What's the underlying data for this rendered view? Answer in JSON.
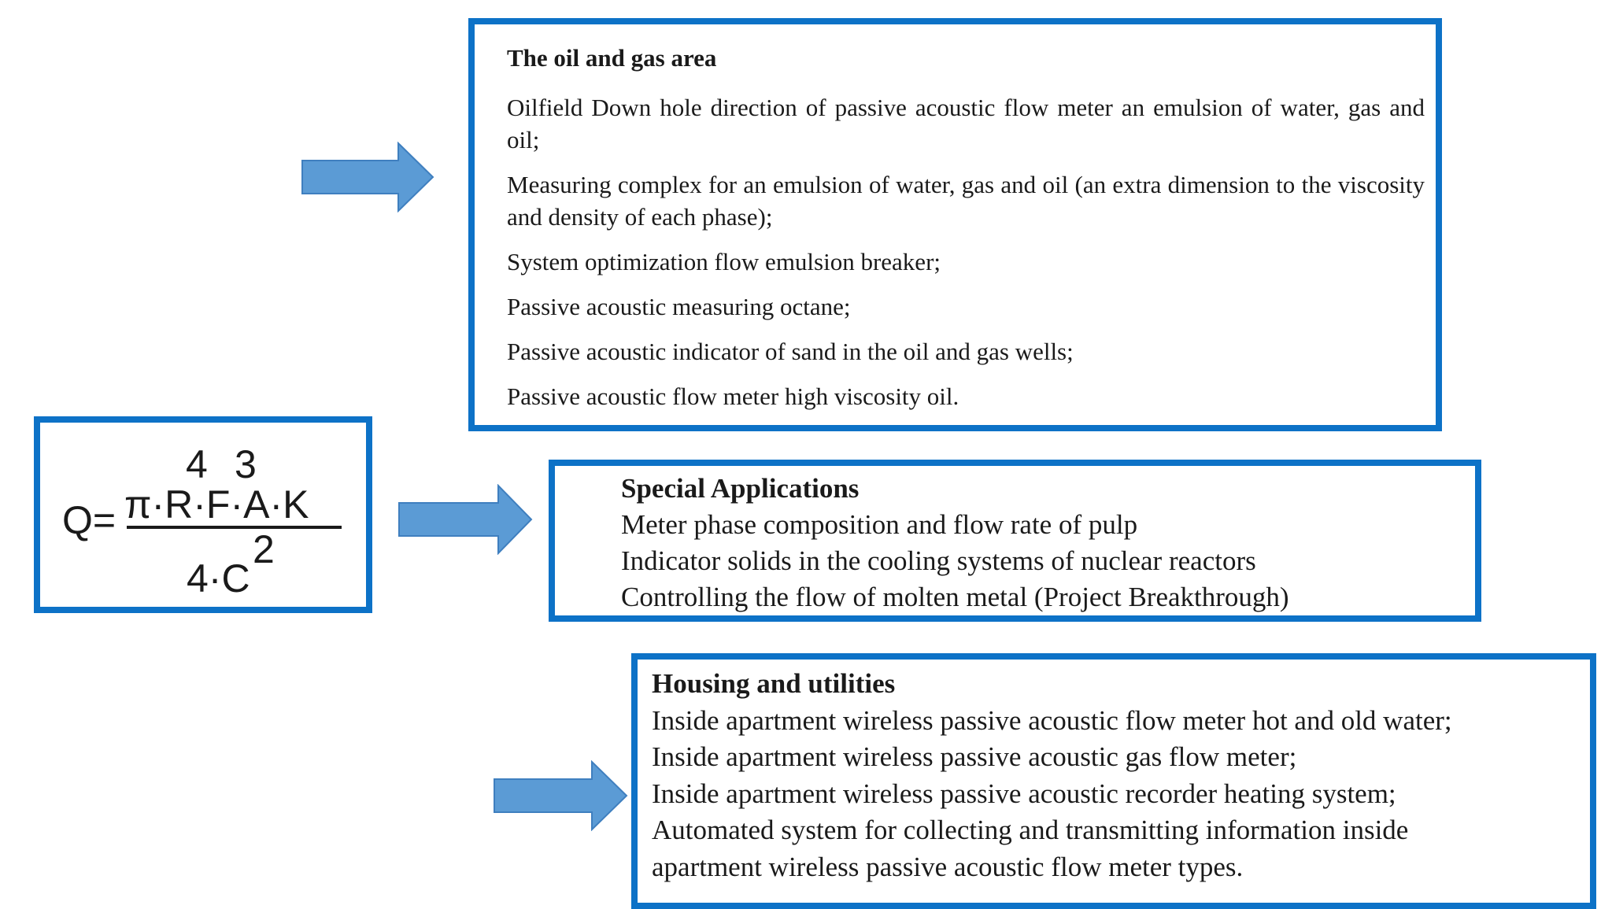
{
  "colors": {
    "border": "#0d72c7",
    "arrow_fill": "#5b9bd5",
    "arrow_stroke": "#3f7fbf"
  },
  "oil_gas": {
    "heading": "The oil and gas area",
    "items": [
      "Oilfield Down hole direction of passive acoustic flow meter an emulsion of water, gas and oil;",
      "Measuring complex for an emulsion of water, gas and oil (an extra dimension to the viscosity and density of each phase);",
      "System optimization flow emulsion breaker;",
      "Passive acoustic measuring octane;",
      "Passive acoustic indicator of sand in the oil and gas wells;",
      "Passive acoustic flow meter high viscosity oil."
    ]
  },
  "special": {
    "heading": "Special Applications",
    "items": [
      "Meter phase composition and flow rate of pulp",
      "Indicator solids in the cooling systems of nuclear reactors",
      "Controlling the flow of molten metal (Project Breakthrough)"
    ]
  },
  "housing": {
    "heading": "Housing and utilities",
    "items": [
      "Inside apartment wireless passive acoustic flow meter hot and  old water;",
      "Inside apartment wireless passive acoustic gas flow meter;",
      "Inside apartment wireless passive acoustic recorder heating system;",
      "Automated system for collecting and transmitting information inside",
      "apartment wireless passive acoustic flow meter types."
    ]
  },
  "formula": {
    "lhs": "Q=",
    "numerator": "π·R·F·A·K",
    "exp_r": "4",
    "exp_f": "3",
    "denominator": "4·C",
    "exp_c": "2"
  }
}
